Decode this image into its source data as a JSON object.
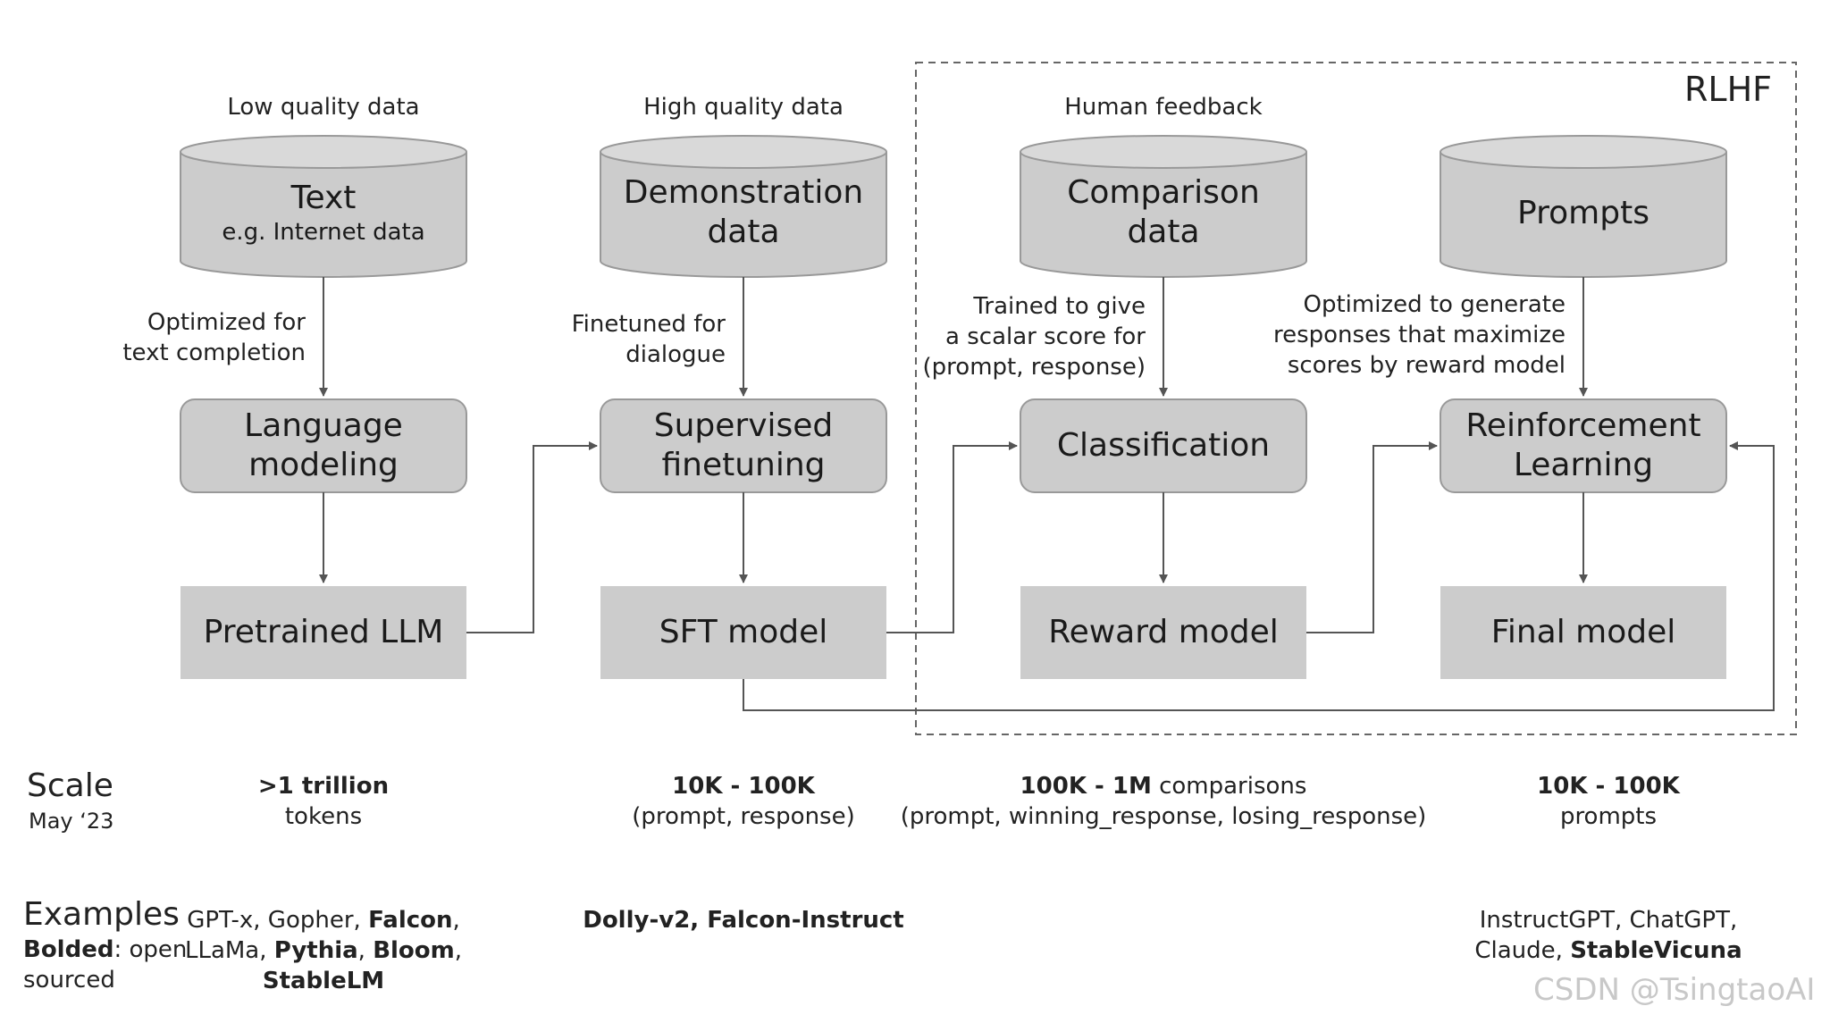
{
  "rlhf_label": "RLHF",
  "stages": [
    {
      "source_caption": "Low quality data",
      "source": [
        "Text",
        "e.g. Internet data"
      ],
      "edge_label": [
        "Optimized for",
        "text completion"
      ],
      "process": [
        "Language",
        "modeling"
      ],
      "model": "Pretrained LLM"
    },
    {
      "source_caption": "High quality data",
      "source": [
        "Demonstration",
        "data"
      ],
      "edge_label": [
        "Finetuned for",
        "dialogue"
      ],
      "process": [
        "Supervised",
        "finetuning"
      ],
      "model": "SFT model"
    },
    {
      "source_caption": "Human feedback",
      "source": [
        "Comparison",
        "data"
      ],
      "edge_label": [
        "Trained to give",
        "a scalar score for",
        "(prompt, response)"
      ],
      "process": [
        "Classification"
      ],
      "model": "Reward model"
    },
    {
      "source_caption": "",
      "source": [
        "Prompts"
      ],
      "edge_label": [
        "Optimized to generate",
        "responses that maximize",
        "scores by reward model"
      ],
      "process": [
        "Reinforcement",
        "Learning"
      ],
      "model": "Final model"
    }
  ],
  "scale": {
    "title": "Scale",
    "date": "May ‘23",
    "values": [
      {
        "bold": ">1 trillion",
        "rest": "",
        "line2": "tokens"
      },
      {
        "bold": "10K - 100K",
        "rest": "",
        "line2": "(prompt, response)"
      },
      {
        "bold": "100K - 1M",
        "rest": " comparisons",
        "line2": "(prompt, winning_response, losing_response)"
      },
      {
        "bold": "10K - 100K",
        "rest": "",
        "line2": "prompts"
      }
    ]
  },
  "examples": {
    "title": "Examples",
    "note_bold": "Bolded",
    "note_rest1": ": open",
    "note_rest2": "sourced",
    "col1": {
      "l1a": "GPT-x, Gopher, ",
      "l1b": "Falcon",
      "l1c": ",",
      "l2a": "LLaMa, ",
      "l2b": "Pythia",
      "l2c": ", ",
      "l2d": "Bloom",
      "l2e": ",",
      "l3": "StableLM"
    },
    "col2": {
      "l1": "Dolly-v2, Falcon-Instruct"
    },
    "col4": {
      "l1": "InstructGPT, ChatGPT,",
      "l2a": "Claude, ",
      "l2b": "StableVicuna"
    }
  },
  "watermark": "CSDN @TsingtaoAI",
  "colors": {
    "box_fill": "#cccccc",
    "box_stroke": "#999999",
    "arrow": "#555555",
    "text": "#222222"
  }
}
